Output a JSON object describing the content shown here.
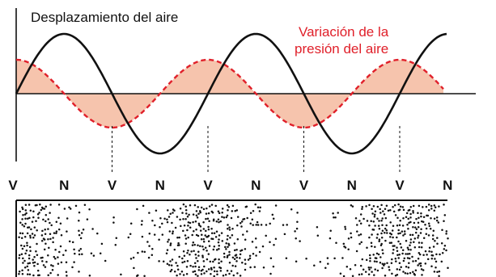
{
  "labels": {
    "displacement": "Desplazamiento del aire",
    "pressure_line1": "Variación de la",
    "pressure_line2": "presión del aire"
  },
  "node_labels": [
    "V",
    "N",
    "V",
    "N",
    "V",
    "N",
    "V",
    "N",
    "V",
    "N"
  ],
  "colors": {
    "displacement_curve": "#111111",
    "pressure_curve": "#e0202a",
    "pressure_fill": "#f6c4ad",
    "pressure_label": "#e0202a",
    "axis": "#111111",
    "particles": "#111111"
  }
}
